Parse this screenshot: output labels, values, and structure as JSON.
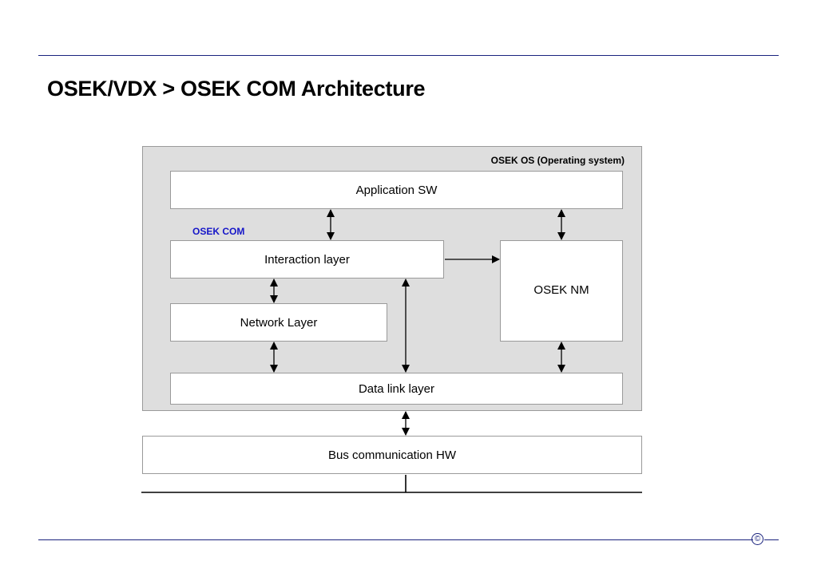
{
  "slide": {
    "title": "OSEK/VDX > OSEK COM Architecture",
    "copyright": "©"
  },
  "diagram": {
    "os_label": "OSEK OS (Operating system)",
    "com_label": "OSEK COM",
    "blocks": {
      "application_sw": "Application SW",
      "interaction_layer": "Interaction layer",
      "osek_nm": "OSEK NM",
      "network_layer": "Network Layer",
      "data_link_layer": "Data link layer",
      "bus_hw": "Bus communication HW"
    },
    "colors": {
      "container_fill": "#dedede",
      "block_fill": "#ffffff",
      "com_label": "#1515c8",
      "rule": "#1a237e"
    }
  }
}
